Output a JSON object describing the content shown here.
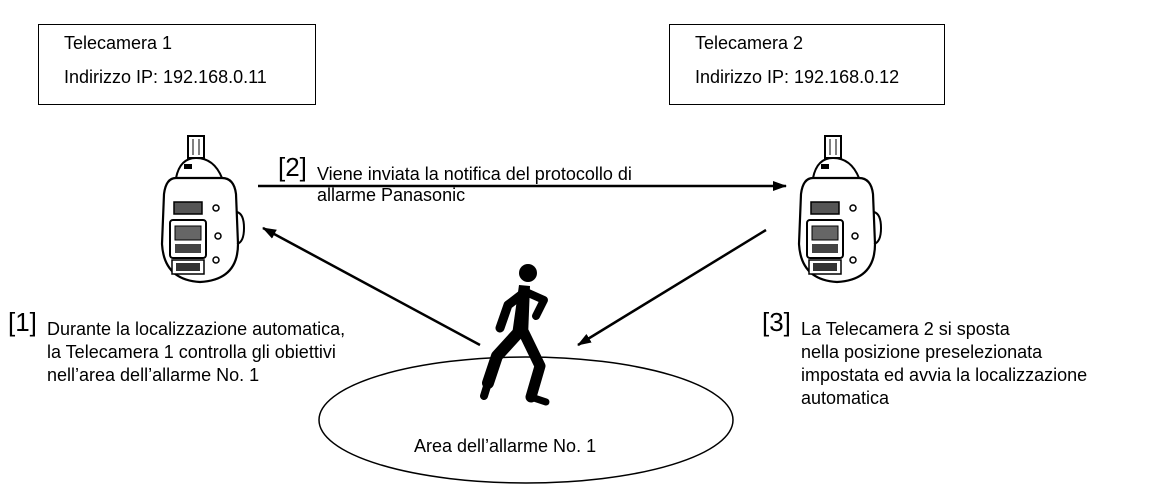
{
  "camera1": {
    "name": "Telecamera 1",
    "ip": "Indirizzo IP: 192.168.0.11"
  },
  "camera2": {
    "name": "Telecamera 2",
    "ip": "Indirizzo IP: 192.168.0.12"
  },
  "steps": {
    "s1": {
      "number": "[1]",
      "lines": [
        "Durante la localizzazione automatica,",
        "la Telecamera 1 controlla gli obiettivi",
        "nell’area dell’allarme No. 1"
      ]
    },
    "s2": {
      "number": "[2]",
      "lines": [
        "Viene inviata la notifica del protocollo di",
        "allarme Panasonic"
      ]
    },
    "s3": {
      "number": "[3]",
      "lines": [
        "La Telecamera 2 si sposta",
        "nella posizione preselezionata",
        "impostata ed avvia la localizzazione",
        "automatica"
      ]
    }
  },
  "area": {
    "label": "Area dell’allarme No. 1"
  },
  "icons": {
    "camera": "ptz-dome-camera-icon",
    "person": "running-person-icon"
  }
}
